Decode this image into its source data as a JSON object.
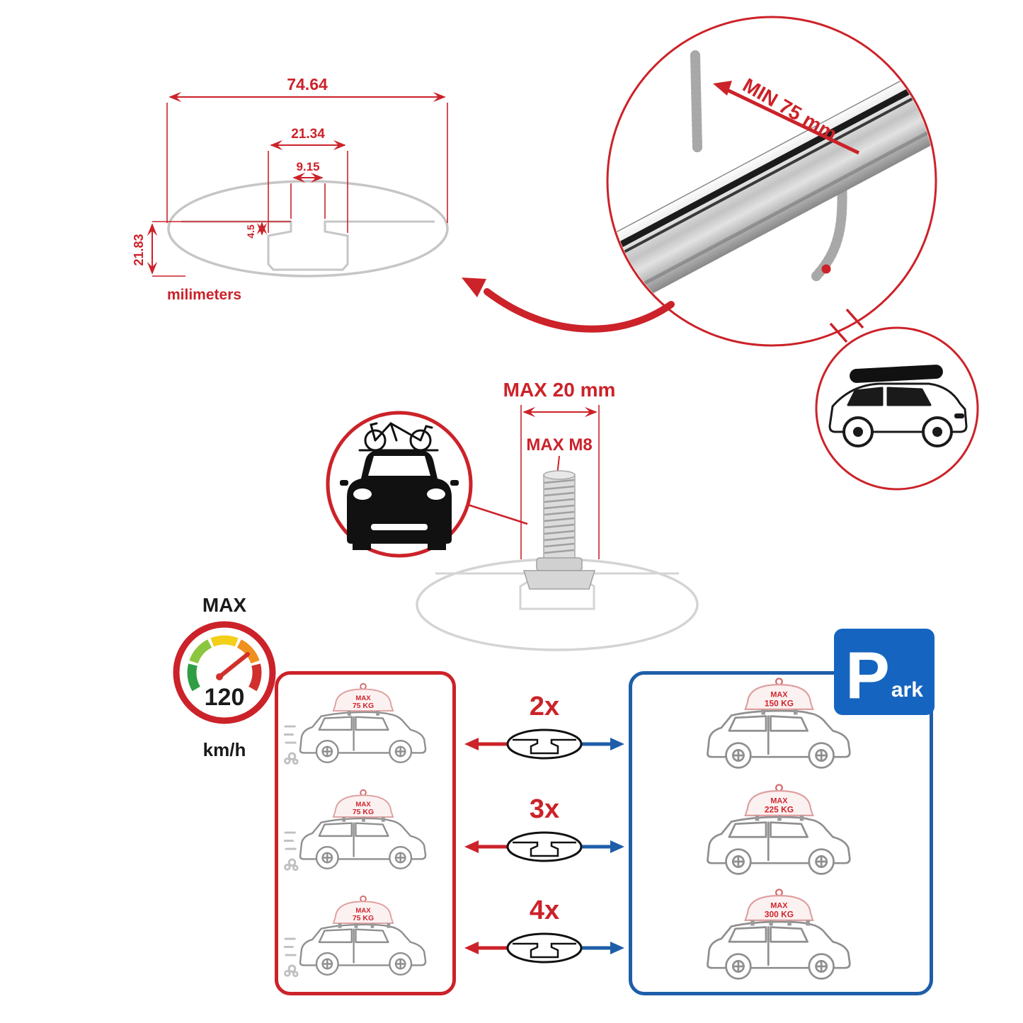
{
  "colors": {
    "accent_red": "#cc2229",
    "accent_blue": "#1e5ea8",
    "parking_blue": "#1565c0",
    "bar_silver": "#c9c9c9",
    "line_gray": "#c6c6c6"
  },
  "dimensions": {
    "total_width": "74.64",
    "channel_outer_width": "21.34",
    "channel_inner_width": "9.15",
    "lip_depth": "4.5",
    "total_height": "21.83",
    "units": "milimeters"
  },
  "bar_detail": {
    "min_clamp": "MIN 75 mm"
  },
  "bolt": {
    "max_length": "MAX 20 mm",
    "max_thread": "MAX M8"
  },
  "speed": {
    "label": "MAX",
    "value": "120",
    "unit": "km/h"
  },
  "parking": {
    "letter": "P",
    "rest": "ark"
  },
  "rows": [
    {
      "multiplier": "2x",
      "left_max": "MAX",
      "left_weight": "75 KG",
      "right_max": "MAX",
      "right_weight": "150 KG"
    },
    {
      "multiplier": "3x",
      "left_max": "MAX",
      "left_weight": "75 KG",
      "right_max": "MAX",
      "right_weight": "225 KG"
    },
    {
      "multiplier": "4x",
      "left_max": "MAX",
      "left_weight": "75 KG",
      "right_max": "MAX",
      "right_weight": "300 KG"
    }
  ]
}
